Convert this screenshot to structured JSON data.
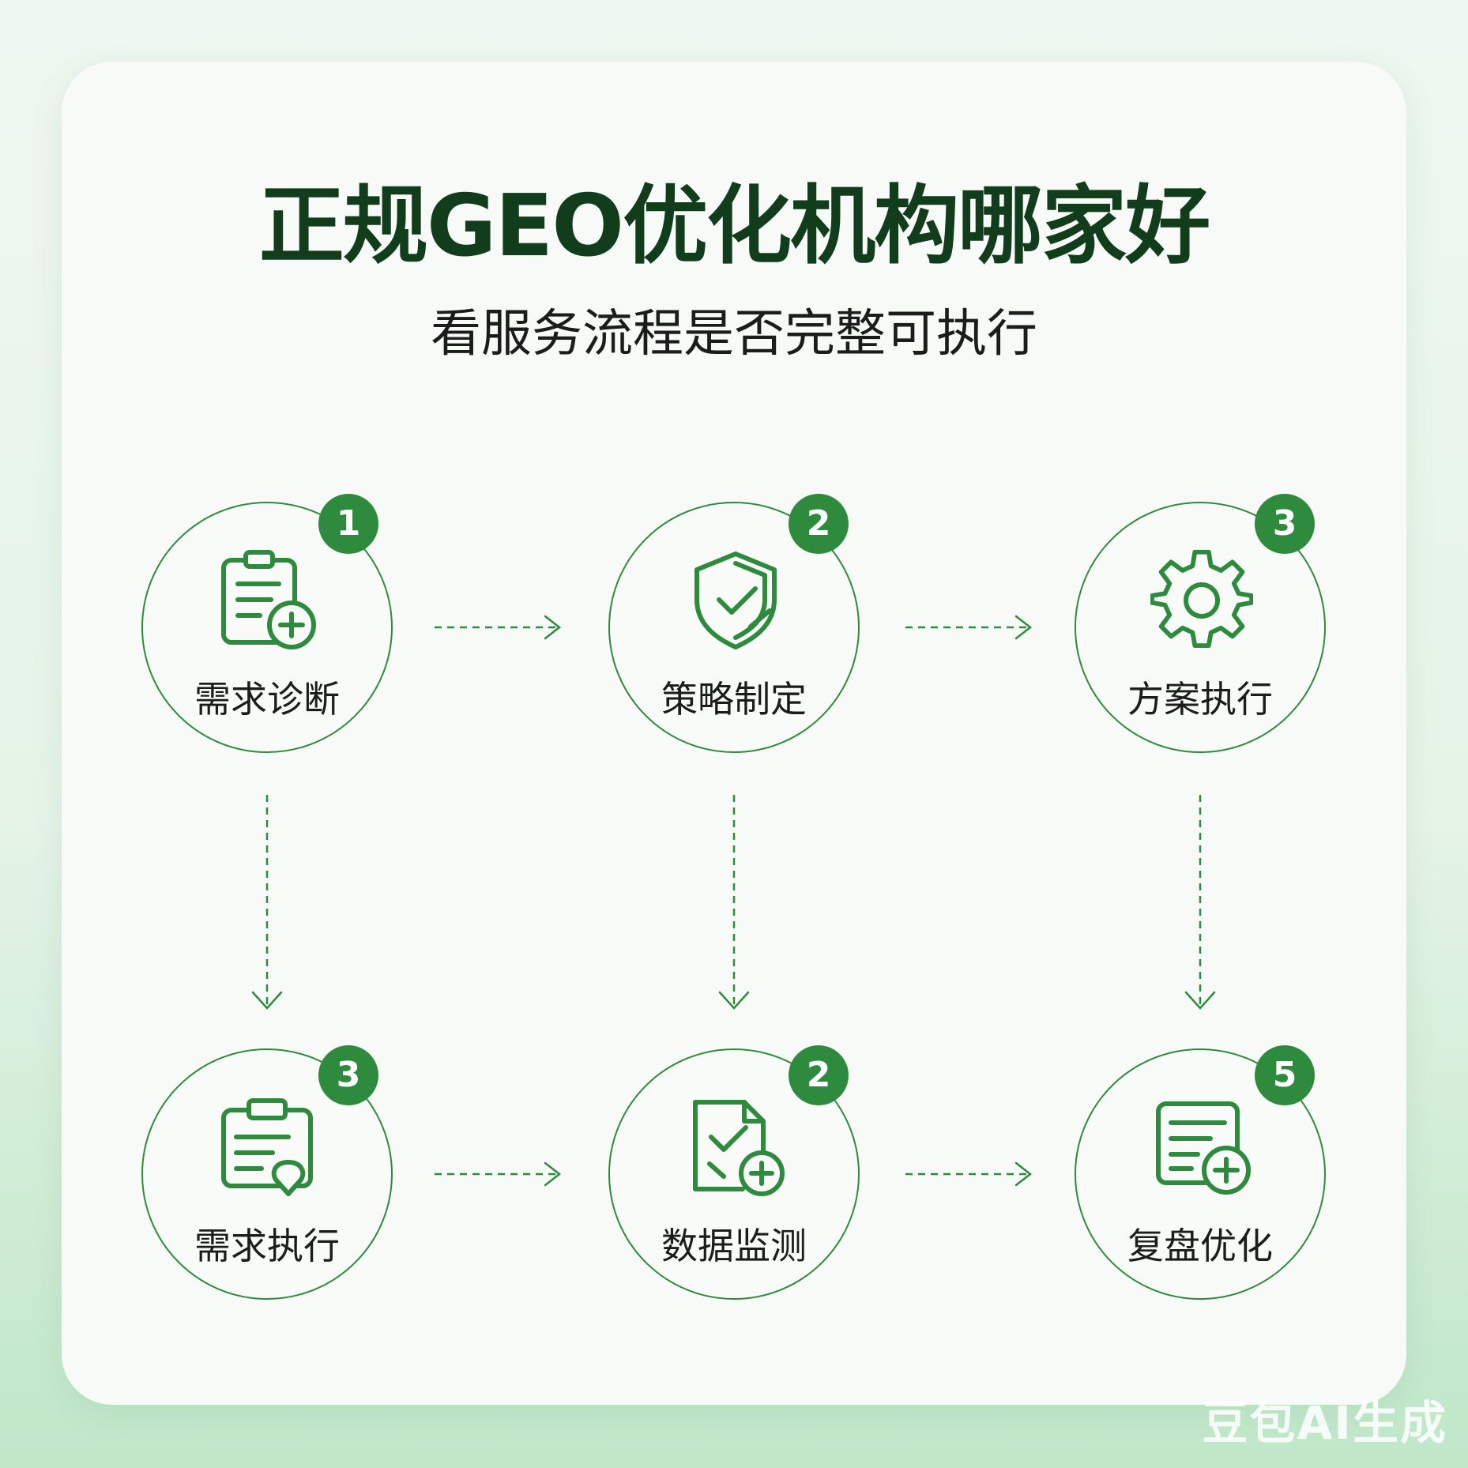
{
  "title": "正规GEO优化机构哪家好",
  "subtitle": "看服务流程是否完整可执行",
  "accent_color": "#2e8b3e",
  "steps": [
    {
      "badge": "1",
      "label": "需求诊断",
      "icon": "clipboard-plus-icon"
    },
    {
      "badge": "2",
      "label": "策略制定",
      "icon": "shield-check-icon"
    },
    {
      "badge": "3",
      "label": "方案执行",
      "icon": "gear-icon"
    },
    {
      "badge": "3",
      "label": "需求执行",
      "icon": "clipboard-pin-icon"
    },
    {
      "badge": "2",
      "label": "数据监测",
      "icon": "document-check-plus-icon"
    },
    {
      "badge": "5",
      "label": "复盘优化",
      "icon": "report-plus-icon"
    }
  ],
  "watermark": "豆包AI生成"
}
